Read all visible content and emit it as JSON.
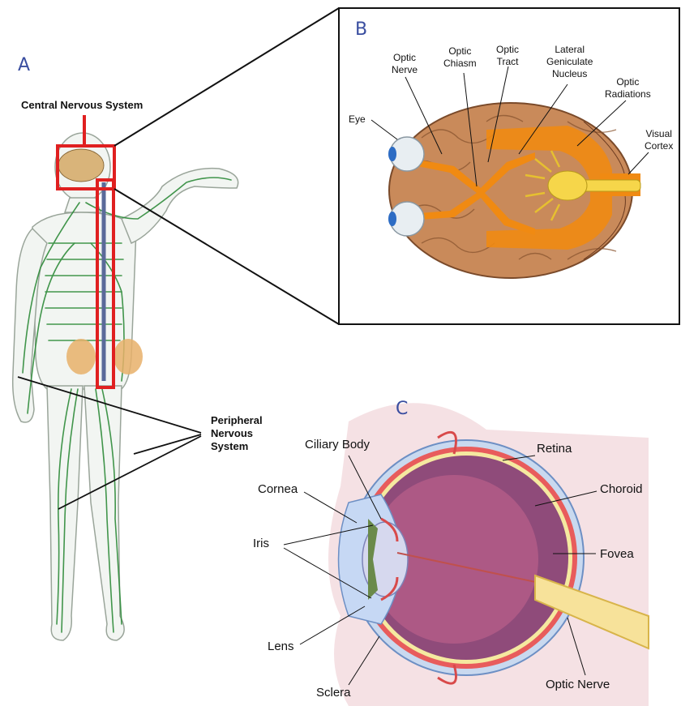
{
  "panels": {
    "a": "A",
    "b": "B",
    "c": "C"
  },
  "panel_a": {
    "cns_label": "Central Nervous System",
    "pns_label": [
      "Peripheral",
      "Nervous",
      "System"
    ]
  },
  "panel_b": {
    "eye": "Eye",
    "optic_nerve": [
      "Optic",
      "Nerve"
    ],
    "optic_chiasm": [
      "Optic",
      "Chiasm"
    ],
    "optic_tract": [
      "Optic",
      "Tract"
    ],
    "lgn": [
      "Lateral",
      "Geniculate",
      "Nucleus"
    ],
    "optic_radiations": [
      "Optic",
      "Radiations"
    ],
    "visual_cortex": [
      "Visual",
      "Cortex"
    ]
  },
  "panel_c": {
    "ciliary_body": "Ciliary Body",
    "retina": "Retina",
    "choroid": "Choroid",
    "cornea": "Cornea",
    "iris": "Iris",
    "fovea": "Fovea",
    "lens": "Lens",
    "sclera": "Sclera",
    "optic_nerve": "Optic Nerve"
  },
  "colors": {
    "highlight_box": "#e02020",
    "panel_letter": "#3a4ea0",
    "nerves": "#2e8b3a",
    "brain": "#c98a5a",
    "visual_pathway": "#f08a12"
  }
}
